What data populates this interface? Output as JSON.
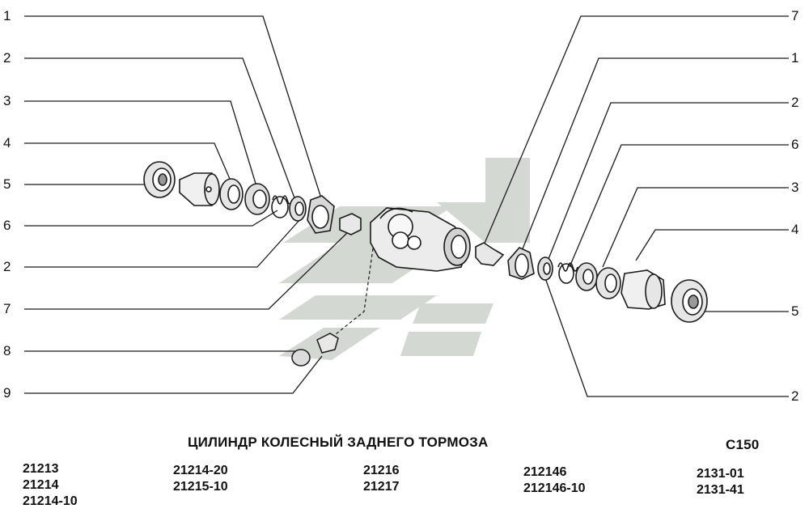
{
  "callouts_left": [
    "1",
    "2",
    "3",
    "4",
    "5",
    "6",
    "2",
    "7",
    "8",
    "9"
  ],
  "callouts_right": [
    "7",
    "1",
    "2",
    "6",
    "3",
    "4",
    "5",
    "2"
  ],
  "title": "ЦИЛИНДР КОЛЕСНЫЙ ЗАДНЕГО ТОРМОЗА",
  "page_code": "C150",
  "models": [
    [
      "21213",
      "21214",
      "21214-10"
    ],
    [
      "21214-20",
      "21215-10"
    ],
    [
      "21216",
      "21217"
    ],
    [
      "212146",
      "212146-10"
    ],
    [
      "2131-01",
      "2131-41"
    ]
  ],
  "colors": {
    "line": "#1a1a1a",
    "watermark": "#c9cfc9",
    "part_shade": "#d8d8d8"
  }
}
